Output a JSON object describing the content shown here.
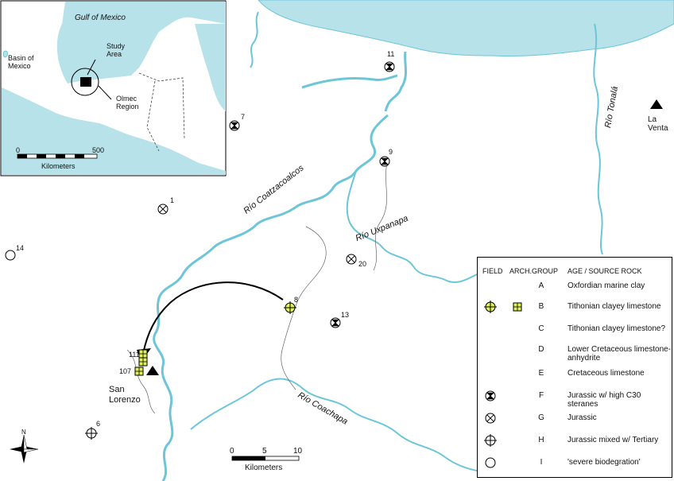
{
  "inset": {
    "gulf": "Gulf of Mexico",
    "basin": "Basin of\nMexico",
    "study_area": "Study\nArea",
    "olmec_region": "Olmec\nRegion",
    "scale_0": "0",
    "scale_500": "500",
    "scale_unit": "Kilometers"
  },
  "rivers": {
    "coatzacoalcos": "Río  Coatzacoalcos",
    "uxpanapa": "Río  Uxpanapa",
    "coachapa": "Río Coachapa",
    "tonala": "Río Tonalá"
  },
  "places": {
    "la_venta": "La\nVenta",
    "san_lorenzo": "San\nLorenzo"
  },
  "sites": [
    {
      "id": "11",
      "symbol": "F"
    },
    {
      "id": "7",
      "symbol": "F"
    },
    {
      "id": "9",
      "symbol": "F"
    },
    {
      "id": "1",
      "symbol": "G"
    },
    {
      "id": "14",
      "symbol": "I"
    },
    {
      "id": "20",
      "symbol": "G"
    },
    {
      "id": "8",
      "symbol": "B-field"
    },
    {
      "id": "13",
      "symbol": "F"
    },
    {
      "id": "6",
      "symbol": "H"
    },
    {
      "id": "111",
      "symbol": "B-arch"
    },
    {
      "id": "107",
      "symbol": "B-arch"
    }
  ],
  "scale": {
    "zero": "0",
    "five": "5",
    "ten": "10",
    "unit": "Kilometers"
  },
  "north": "N",
  "legend": {
    "headers": {
      "field": "FIELD",
      "arch": "ARCH.",
      "group": "GROUP",
      "age": "AGE / SOURCE ROCK"
    },
    "rows": [
      {
        "group": "A",
        "desc": "Oxfordian marine clay"
      },
      {
        "group": "B",
        "desc": "Tithonian clayey limestone"
      },
      {
        "group": "C",
        "desc": "Tithonian clayey limestone?"
      },
      {
        "group": "D",
        "desc": "Lower Cretaceous limestone-\nanhydrite"
      },
      {
        "group": "E",
        "desc": "Cretaceous limestone"
      },
      {
        "group": "F",
        "desc": "Jurassic w/ high C30 steranes"
      },
      {
        "group": "G",
        "desc": "Jurassic"
      },
      {
        "group": "H",
        "desc": "Jurassic mixed w/ Tertiary"
      },
      {
        "group": "I",
        "desc": "'severe biodegration'"
      }
    ]
  },
  "colors": {
    "water": "#b8e2ea",
    "river": "#6cc6d8",
    "field_fill": "#dff05a",
    "land": "#ffffff"
  }
}
